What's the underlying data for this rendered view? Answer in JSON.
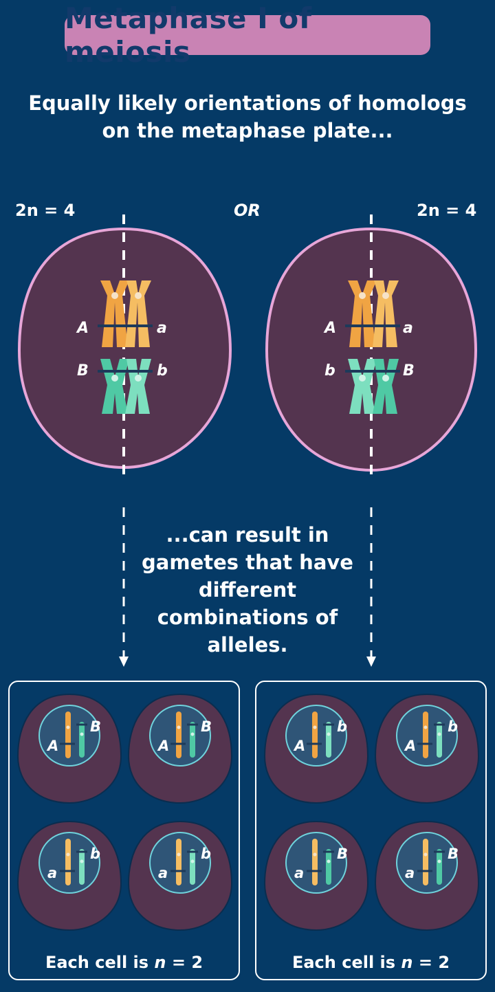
{
  "title": "Metaphase I of meiosis",
  "subtitle_line1": "Equally likely orientations of homologs",
  "subtitle_line2": "on the metaphase plate...",
  "left_ploidy": "2n = 4",
  "right_ploidy": "2n = 4",
  "or_label": "OR",
  "middle_text": [
    "...can result in",
    "gametes that have",
    "different",
    "combinations of",
    "alleles."
  ],
  "left_cell_alleles": {
    "left_top": "A",
    "right_top": "a",
    "left_bottom": "B",
    "right_bottom": "b"
  },
  "right_cell_alleles": {
    "left_top": "A",
    "right_top": "a",
    "left_bottom": "b",
    "right_bottom": "B"
  },
  "left_gametes": [
    {
      "allele1": "A",
      "allele2": "B"
    },
    {
      "allele1": "A",
      "allele2": "B"
    },
    {
      "allele1": "a",
      "allele2": "b"
    },
    {
      "allele1": "a",
      "allele2": "b"
    }
  ],
  "right_gametes": [
    {
      "allele1": "A",
      "allele2": "b"
    },
    {
      "allele1": "A",
      "allele2": "b"
    },
    {
      "allele1": "a",
      "allele2": "B"
    },
    {
      "allele1": "a",
      "allele2": "B"
    }
  ],
  "caption_prefix": "Each cell is ",
  "caption_var": "n",
  "caption_suffix": " = 2",
  "colors": {
    "background": "#053a66",
    "title_pill": "#c983b4",
    "cell_fill": "#54344f",
    "cell_border": "#e7a6d8",
    "orange": "#f0a443",
    "orange_light": "#f5bd62",
    "green": "#4fc9a4",
    "green_light": "#7ddfbf",
    "nucleus": "#2f5577"
  }
}
